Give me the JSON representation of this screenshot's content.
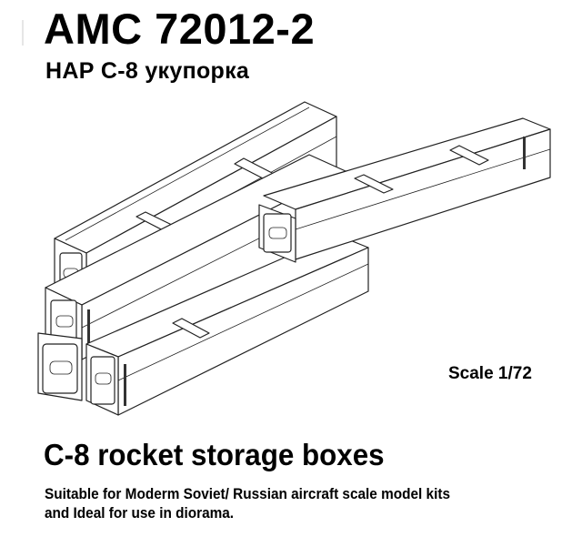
{
  "header": {
    "title": "AMC 72012-2",
    "subtitle": "НАР С-8 укупорка"
  },
  "illustration": {
    "subject": "C-8 rocket storage boxes line drawing",
    "box_count": 5
  },
  "scale_label": "Scale 1/72",
  "product": {
    "name": "C-8 rocket storage boxes",
    "description_lines": [
      "Suitable for Moderm Soviet/ Russian aircraft scale model kits",
      "and Ideal for use in diorama."
    ]
  },
  "colors": {
    "background": "#ffffff",
    "text": "#000000",
    "line_art": "#222222"
  }
}
